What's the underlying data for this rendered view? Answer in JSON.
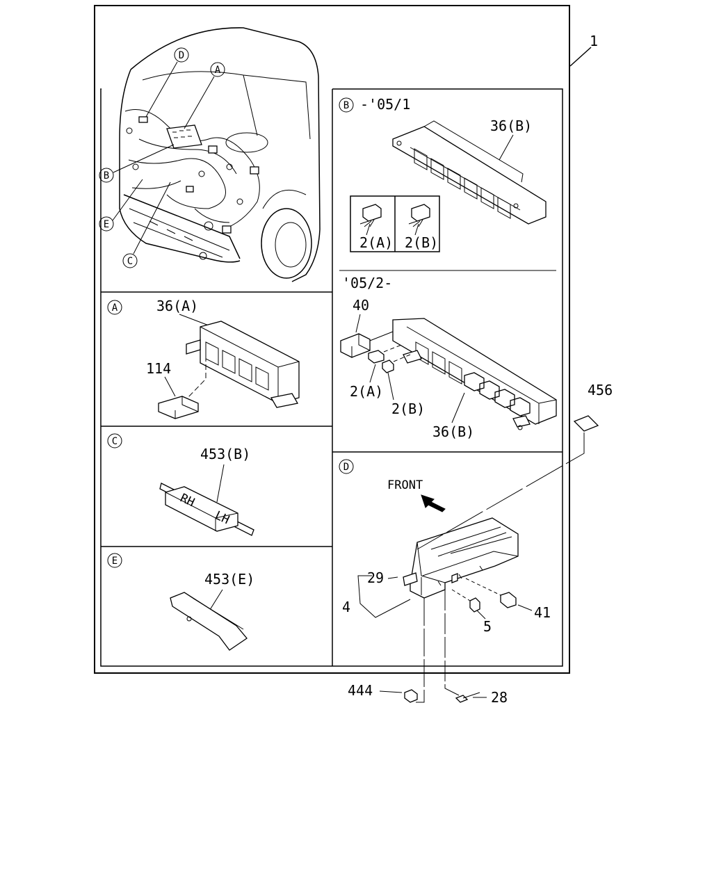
{
  "main_ref": "1",
  "panel_a": {
    "letter": "A",
    "labels": {
      "p36a": "36(A)",
      "p114": "114"
    }
  },
  "panel_b": {
    "letter": "B",
    "period1": "-'05/1",
    "period2": "'05/2-",
    "labels": {
      "p36b_top": "36(B)",
      "p2a_top": "2(A)",
      "p2b_top": "2(B)",
      "p40": "40",
      "p2a_bot": "2(A)",
      "p2b_bot": "2(B)",
      "p36b_bot": "36(B)"
    }
  },
  "panel_c": {
    "letter": "C",
    "labels": {
      "p453b": "453(B)"
    }
  },
  "panel_d": {
    "letter": "D",
    "front": "FRONT",
    "labels": {
      "p29": "29",
      "p4": "4",
      "p5": "5",
      "p41": "41",
      "p456": "456",
      "p444": "444",
      "p28": "28"
    }
  },
  "panel_e": {
    "letter": "E",
    "labels": {
      "p453e": "453(E)"
    }
  },
  "truck_callouts": [
    "D",
    "A",
    "B",
    "E",
    "C"
  ],
  "stamp_text": {
    "rh": "RH",
    "lh": "LH"
  }
}
